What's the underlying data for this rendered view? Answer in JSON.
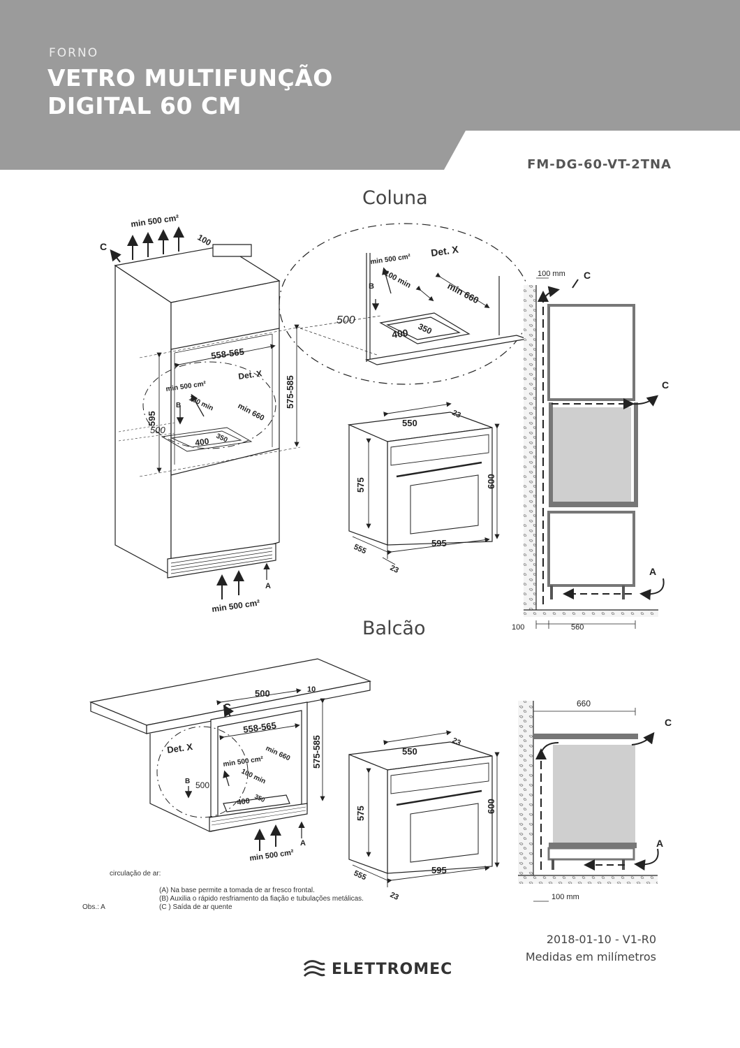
{
  "header": {
    "category": "FORNO",
    "title": "VETRO MULTIFUNÇÃO DIGITAL 60 CM",
    "model": "FM-DG-60-VT-2TNA"
  },
  "sections": {
    "coluna": "Coluna",
    "balcao": "Balcão"
  },
  "labels": {
    "min_area": "min 500 cm²",
    "min_area_small": "min 500 cm²",
    "det_x": "Det. X",
    "c": "C",
    "a": "A",
    "b": "B",
    "d100": "100",
    "d100mm": "100 mm",
    "d100min": "100 min",
    "d500": "500",
    "d400": "400",
    "d350": "350",
    "min660": "min 660",
    "d558": "558-565",
    "d575_585": "575-585",
    "d595": "595",
    "d550": "550",
    "d23": "23",
    "d575": "575",
    "d600": "600",
    "d555": "555",
    "d560": "560",
    "d660": "660",
    "d10": "10"
  },
  "notes": {
    "heading": "circulação de ar:",
    "a": "(A) Na base permite a tomada de ar fresco frontal.",
    "b": "(B) Auxilia o rápido resfriamento da fiação e tubulações metálicas.",
    "c": "(C ) Saída de ar quente",
    "obs": "Obs.: A"
  },
  "footer": {
    "date_version": "2018-01-10 - V1-R0",
    "units": "Medidas em milímetros",
    "brand": "ELETTROMEC"
  },
  "colors": {
    "header_bg": "#9b9b9b",
    "header_text": "#ffffff",
    "line": "#222222"
  }
}
